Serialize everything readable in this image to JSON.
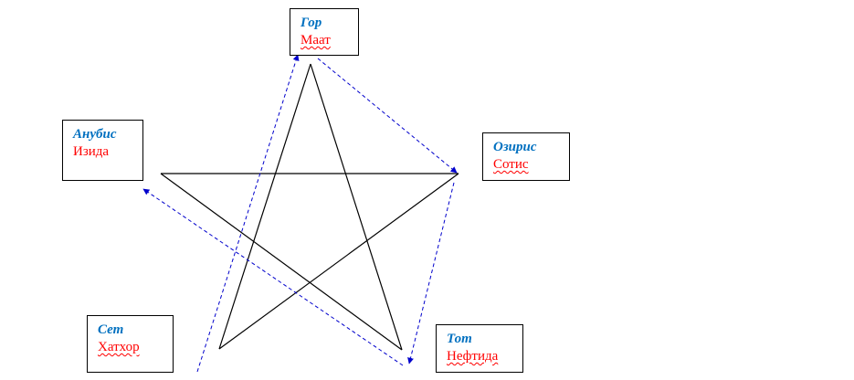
{
  "colors": {
    "deity_text": "#0070C0",
    "consort_text": "#FF0000",
    "spellcheck_underline": "#FF0000",
    "star_line": "#000000",
    "arrow_line": "#0000CC"
  },
  "nodes": {
    "gor": {
      "deity": "Гор",
      "consort": "Маат"
    },
    "ozyris": {
      "deity": "Озирис",
      "consort": "Сотис"
    },
    "tot": {
      "deity": "Тот",
      "consort": "Нефтида"
    },
    "set": {
      "deity": "Сет",
      "consort": "Хатхор"
    },
    "anubis": {
      "deity": "Анубис",
      "consort": "Изида"
    }
  },
  "arrows": [
    {
      "from": "set",
      "to": "gor"
    },
    {
      "from": "gor",
      "to": "ozyris"
    },
    {
      "from": "ozyris",
      "to": "tot"
    },
    {
      "from": "tot",
      "to": "anubis"
    }
  ]
}
